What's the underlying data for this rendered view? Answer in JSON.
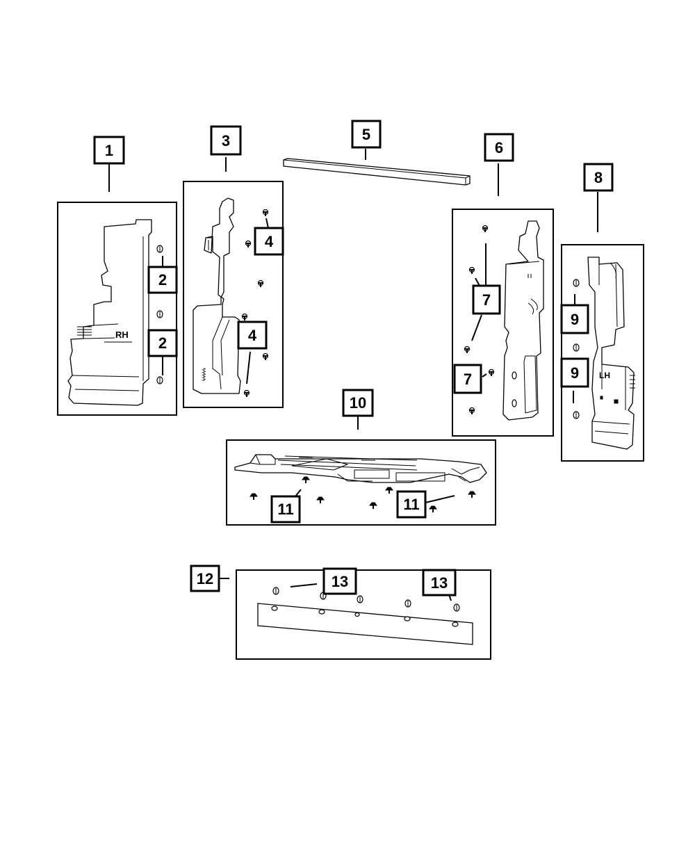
{
  "callouts": {
    "c1": "1",
    "c2a": "2",
    "c2b": "2",
    "c3": "3",
    "c4a": "4",
    "c4b": "4",
    "c5": "5",
    "c6": "6",
    "c7a": "7",
    "c7b": "7",
    "c8": "8",
    "c9a": "9",
    "c9b": "9",
    "c10": "10",
    "c11a": "11",
    "c11b": "11",
    "c12": "12",
    "c13a": "13",
    "c13b": "13"
  },
  "part_markings": {
    "rh": "RH",
    "lh": "LH"
  }
}
